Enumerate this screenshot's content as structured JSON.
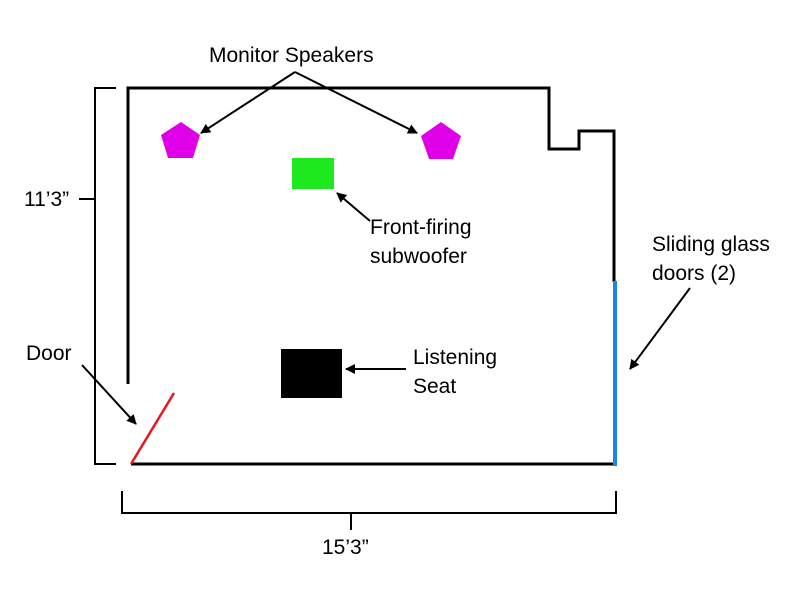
{
  "labels": {
    "monitor_speakers": "Monitor Speakers",
    "subwoofer_line1": "Front-firing",
    "subwoofer_line2": "subwoofer",
    "sliding_doors_line1": "Sliding glass",
    "sliding_doors_line2": "doors (2)",
    "door": "Door",
    "seat_line1": "Listening",
    "seat_line2": "Seat",
    "height_dim": "11’3”",
    "width_dim": "15’3”"
  },
  "colors": {
    "walls": "#000000",
    "speaker": "#e000e8",
    "subwoofer": "#1ee81e",
    "seat": "#000000",
    "door": "#e8161e",
    "sliding_doors": "#1b86e6"
  },
  "icons": {
    "speaker": "pentagon-shape",
    "subwoofer": "rectangle-shape",
    "seat": "square-shape"
  }
}
